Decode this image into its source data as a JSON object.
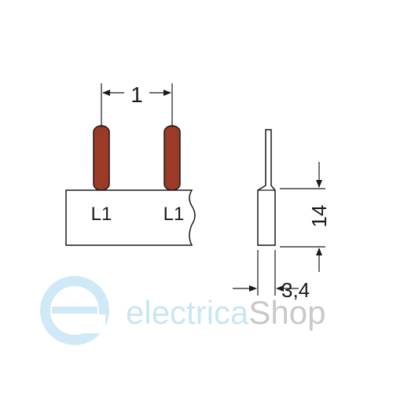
{
  "diagram": {
    "dimensions": {
      "pitch": "1",
      "height": "14",
      "thickness": "3,4"
    },
    "labels": {
      "left_pin": "L1",
      "right_pin": "L1"
    },
    "colors": {
      "outline": "#1a1a1a",
      "pin_fill": "#9b3a26",
      "body_fill": "#ffffff"
    }
  },
  "watermark": {
    "brand_primary": "electrica",
    "brand_secondary": "Shop",
    "logo_glyph": "e",
    "colors": {
      "primary": "#c8e6f4",
      "secondary": "#c9c9c9"
    },
    "logo_icon": "e-logo-icon"
  }
}
